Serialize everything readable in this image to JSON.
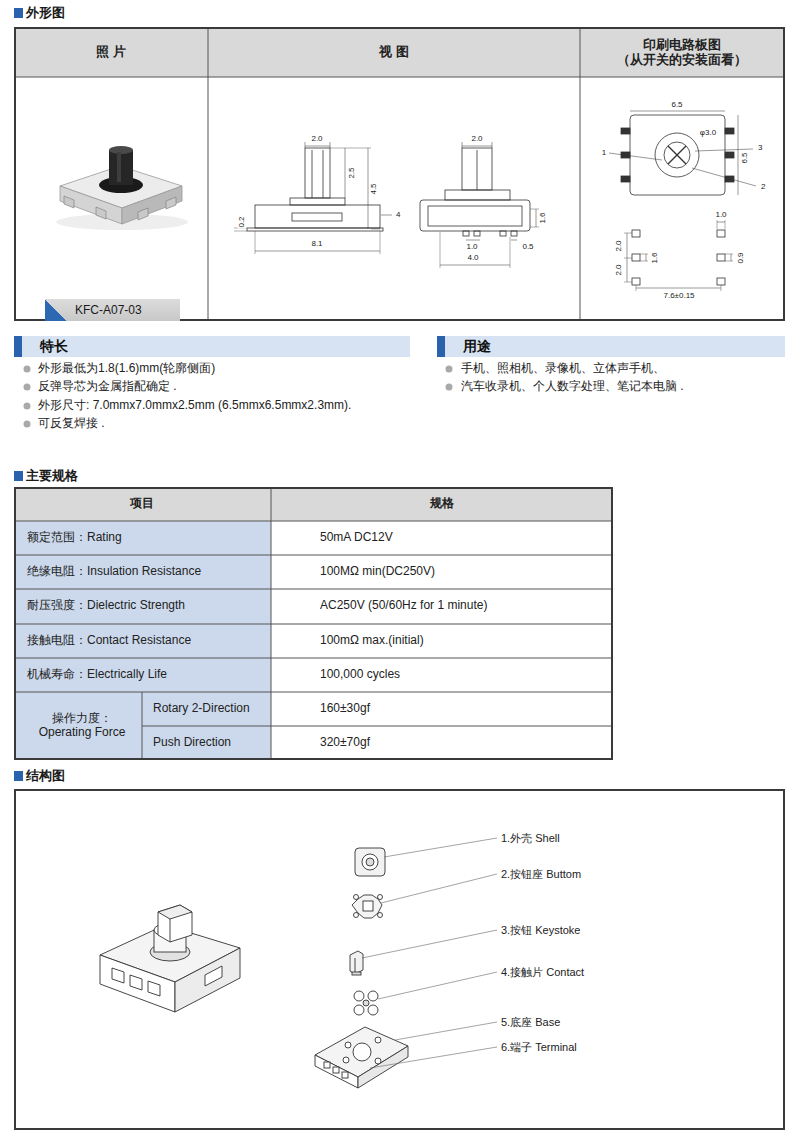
{
  "diagram": {
    "nodes": [
      {
        "text": [
          "外形图"
        ]
      },
      {
        "text": [
          "KFC-A07-03"
        ],
        "in": 0
      },
      {
        "text": [
          "特长"
        ]
      },
      {
        "text": [
          "用途"
        ]
      },
      {
        "text": [
          "主要规格"
        ]
      },
      {
        "text": [
          "结构图"
        ]
      }
    ],
    "labels": [
      "照 片",
      "视 图",
      "印刷电路板图 （从开关的安装面看）",
      "2.0",
      "2.5",
      "4.5",
      "4",
      "0.2",
      "8.1",
      "2.0",
      "1.6",
      "1.0",
      "0.5",
      "4.0",
      "6.5",
      "φ3.0",
      "3",
      "1",
      "6.5",
      "2",
      "1.0",
      "2.0",
      "1.6",
      "2.0",
      "0.9",
      "7.6±0.15",
      "外形最低为1.8(1.6)mm(轮廓侧面)",
      "反弹导芯为金属指配确定 .",
      "外形尺寸: 7.0mmx7.0mmx2.5mm (6.5mmx6.5mmx2.3mm).",
      "可反复焊接 .",
      "手机、照相机、录像机、立体声手机、",
      "汽车收录机、个人数字处理、笔记本电脑 .",
      "项目",
      "规格",
      "额定范围：Rating",
      "50mA DC12V",
      "绝缘电阻：Insulation Resistance",
      "100MΩ min(DC250V)",
      "耐压强度：Dielectric Strength",
      "AC250V (50/60Hz for 1 minute)",
      "接触电阻：Contact Resistance",
      "100mΩ max.(initial)",
      "机械寿命：Electrically Life",
      "100,000 cycles",
      "操作力度： Operating Force",
      "Rotary 2-Direction",
      "160±30gf",
      "Push Direction",
      "320±70gf",
      "1.外壳 Shell",
      "2.按钮座 Buttom",
      "3.按钮 Keystoke",
      "4.接触片 Contact",
      "5.底座 Base",
      "6.端子 Terminal"
    ]
  }
}
